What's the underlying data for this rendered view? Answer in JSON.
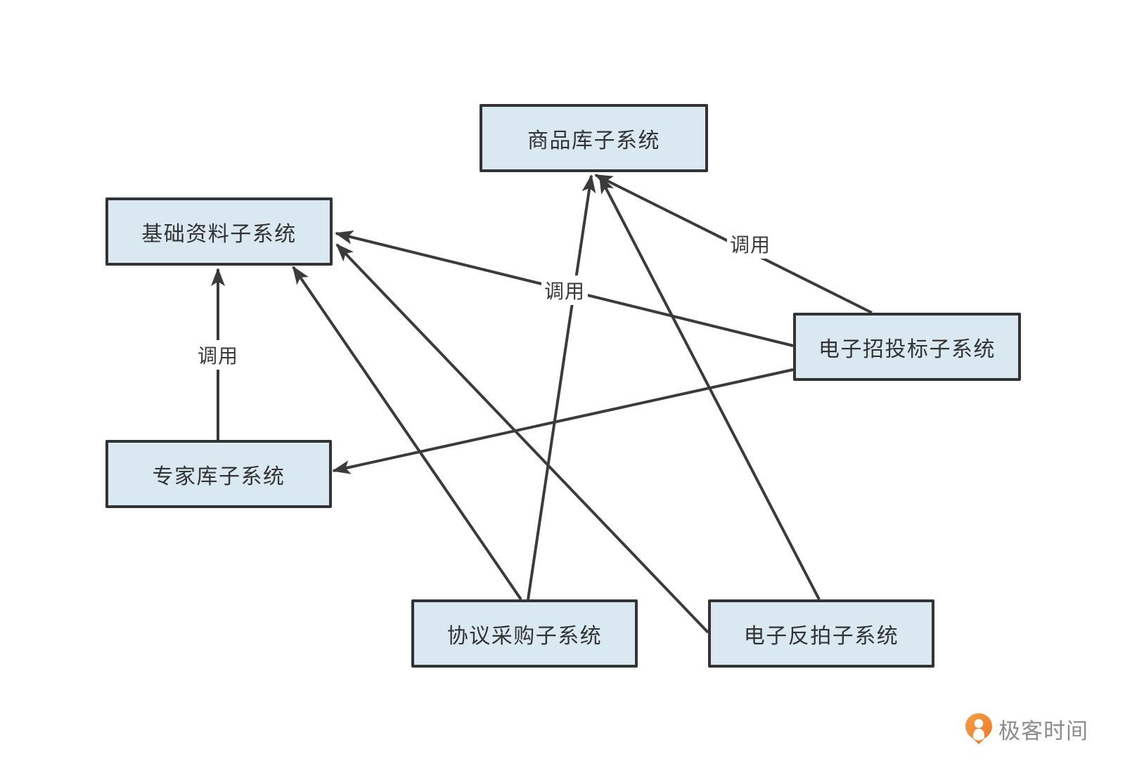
{
  "diagram": {
    "nodes": [
      {
        "id": "product-library",
        "label": "商品库子系统"
      },
      {
        "id": "basic-data",
        "label": "基础资料子系统"
      },
      {
        "id": "e-bidding",
        "label": "电子招投标子系统"
      },
      {
        "id": "expert-library",
        "label": "专家库子系统"
      },
      {
        "id": "agreement-procurement",
        "label": "协议采购子系统"
      },
      {
        "id": "e-reverse-auction",
        "label": "电子反拍子系统"
      }
    ],
    "edges": [
      {
        "from": "专家库子系统",
        "to": "基础资料子系统",
        "label": "调用"
      },
      {
        "from": "电子招投标子系统",
        "to": "商品库子系统",
        "label": "调用"
      },
      {
        "from": "电子招投标子系统",
        "to": "基础资料子系统",
        "label": "调用"
      },
      {
        "from": "电子招投标子系统",
        "to": "专家库子系统",
        "label": ""
      },
      {
        "from": "协议采购子系统",
        "to": "商品库子系统",
        "label": ""
      },
      {
        "from": "协议采购子系统",
        "to": "基础资料子系统",
        "label": ""
      },
      {
        "from": "电子反拍子系统",
        "to": "商品库子系统",
        "label": ""
      },
      {
        "from": "电子反拍子系统",
        "to": "基础资料子系统",
        "label": ""
      }
    ],
    "colors": {
      "node_fill": "#d9e8f1",
      "node_border": "#333333",
      "edge_line": "#3b3b3b",
      "edge_label_text": "#3a3a3a"
    }
  },
  "logo": {
    "text": "极客时间",
    "text_color": "#8c8c8c",
    "icon_color": "#ee7b2d"
  }
}
